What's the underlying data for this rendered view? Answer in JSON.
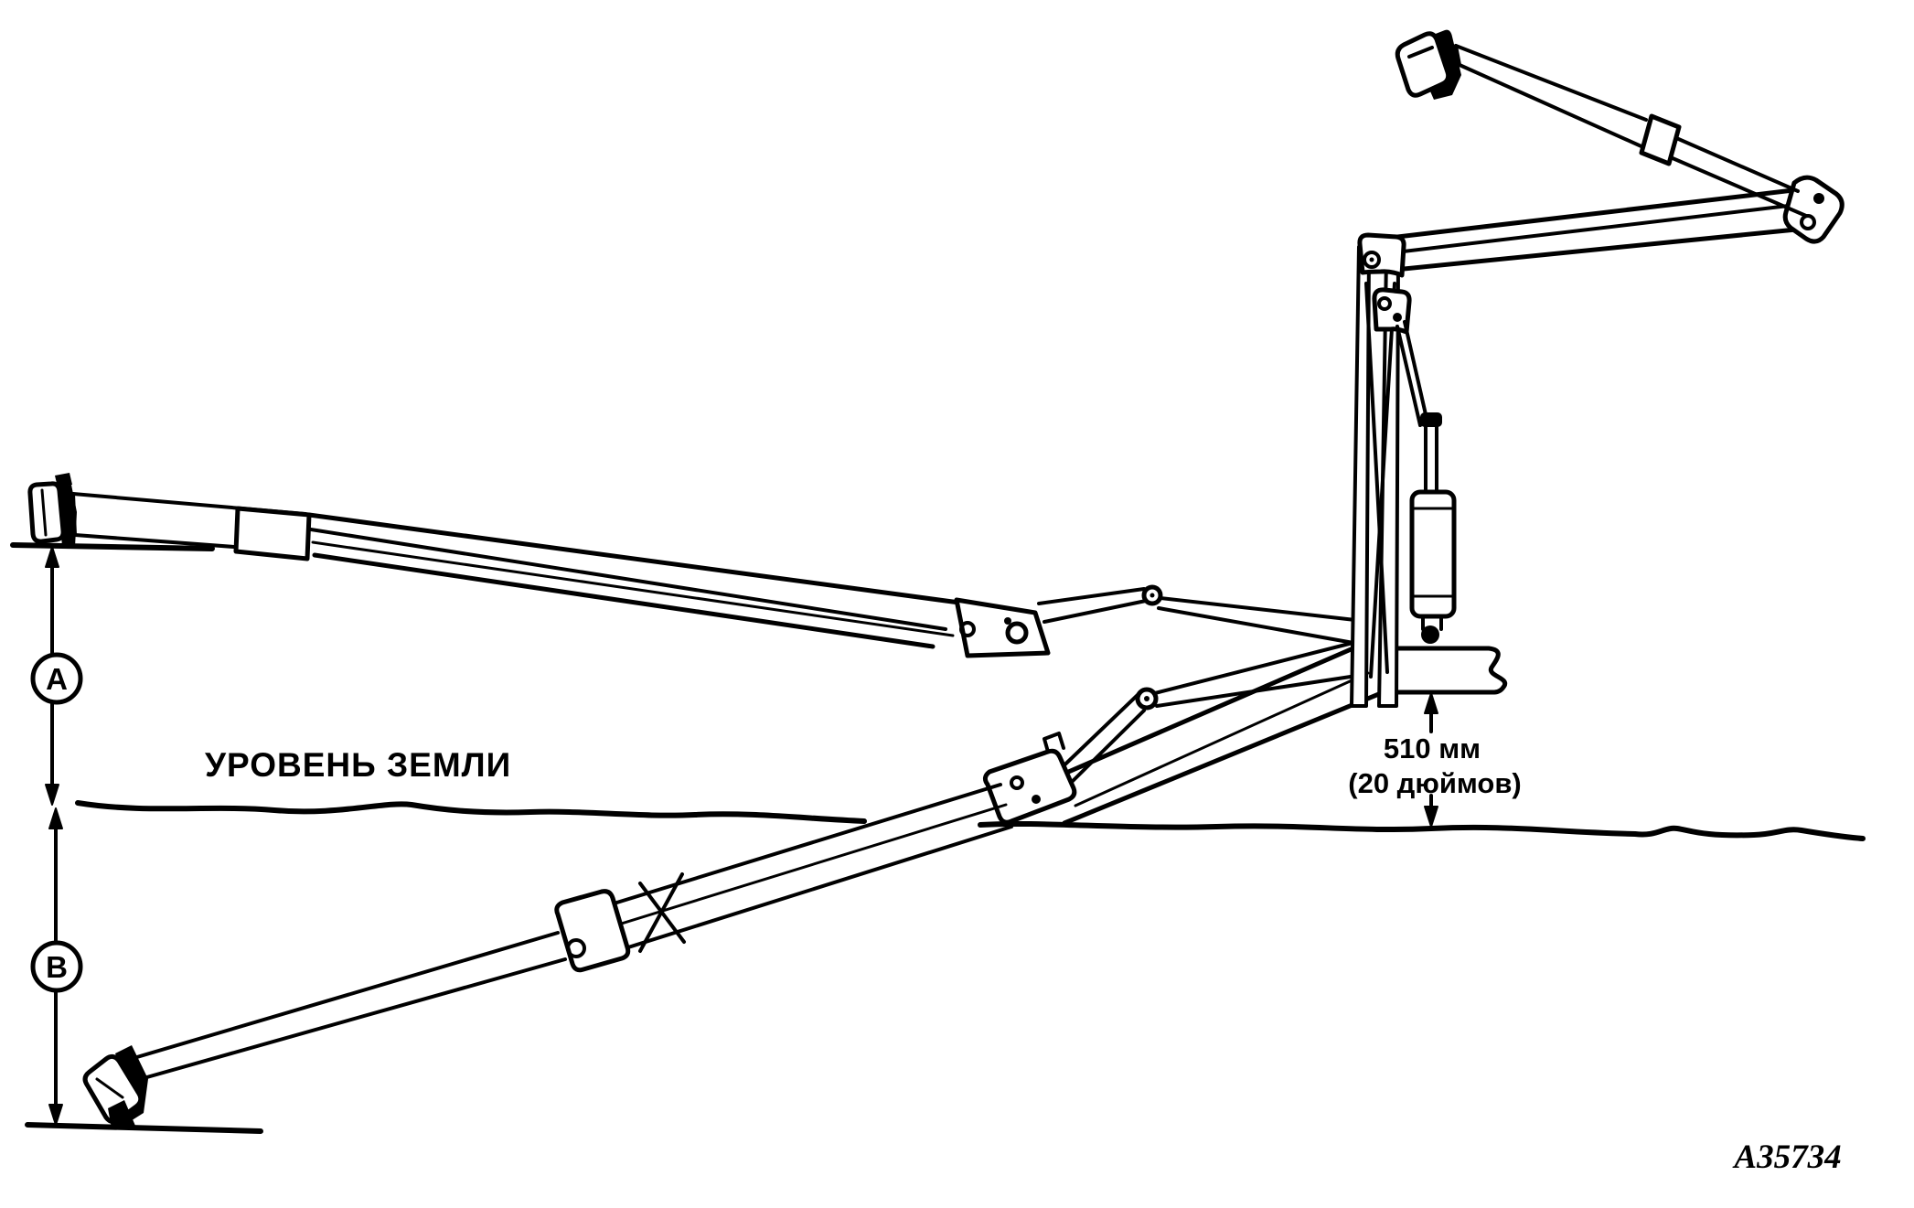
{
  "figure": {
    "type": "technical-line-drawing",
    "ground_level_label": "УРОВЕНЬ ЗЕМЛИ",
    "dimension_a": "A",
    "dimension_b": "B",
    "frame_height_value": "510 мм",
    "frame_height_alt": "(20 дюймов)",
    "figure_code": "A35734",
    "ink_color": "#000000",
    "paper_color": "#ffffff"
  }
}
